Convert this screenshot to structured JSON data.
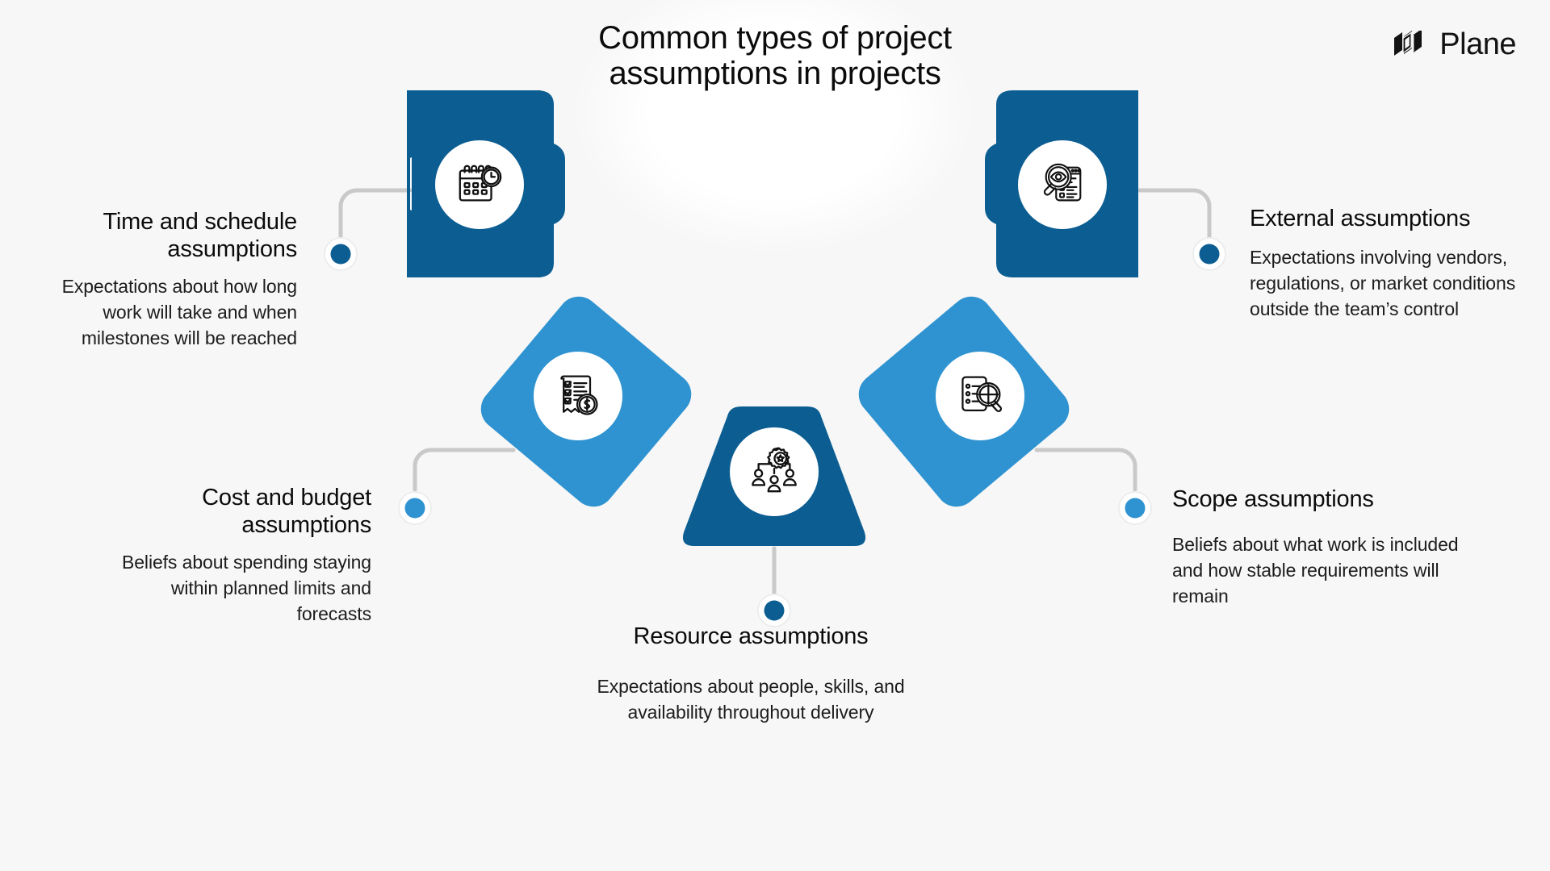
{
  "brand": {
    "name": "Plane",
    "logo_icon": "plane-logo-mark"
  },
  "title": "Common types of project assumptions in projects",
  "colors": {
    "background": "#f7f7f7",
    "dark_blue": "#0c5e92",
    "light_blue": "#2f93d1",
    "connector": "#c9c9c9",
    "icon_circle": "#ffffff",
    "text": "#0b0b0b"
  },
  "nodes": [
    {
      "id": "time",
      "title": "Time and schedule assumptions",
      "description": "Expectations about how long work will take and when milestones will be reached",
      "icon": "calendar-clock-icon",
      "shape": "arrow-left-dark",
      "color": "#0c5e92",
      "dot_color": "#0c5e92"
    },
    {
      "id": "cost",
      "title": "Cost and budget assumptions",
      "description": "Beliefs about spending staying within planned limits and forecasts",
      "icon": "invoice-dollar-icon",
      "shape": "diamond-light",
      "color": "#2f93d1",
      "dot_color": "#2f93d1"
    },
    {
      "id": "resource",
      "title": "Resource assumptions",
      "description": "Expectations about people, skills, and availability throughout delivery",
      "icon": "team-gear-icon",
      "shape": "trapezoid-dark",
      "color": "#0c5e92",
      "dot_color": "#0c5e92"
    },
    {
      "id": "scope",
      "title": "Scope assumptions",
      "description": "Beliefs about what work is included and how stable requirements will remain",
      "icon": "document-target-search-icon",
      "shape": "diamond-light",
      "color": "#2f93d1",
      "dot_color": "#2f93d1"
    },
    {
      "id": "external",
      "title": "External assumptions",
      "description": "Expectations involving vendors, regulations, or market conditions outside the team’s control",
      "icon": "eye-magnifier-document-icon",
      "shape": "arrow-right-dark",
      "color": "#0c5e92",
      "dot_color": "#0c5e92"
    }
  ]
}
